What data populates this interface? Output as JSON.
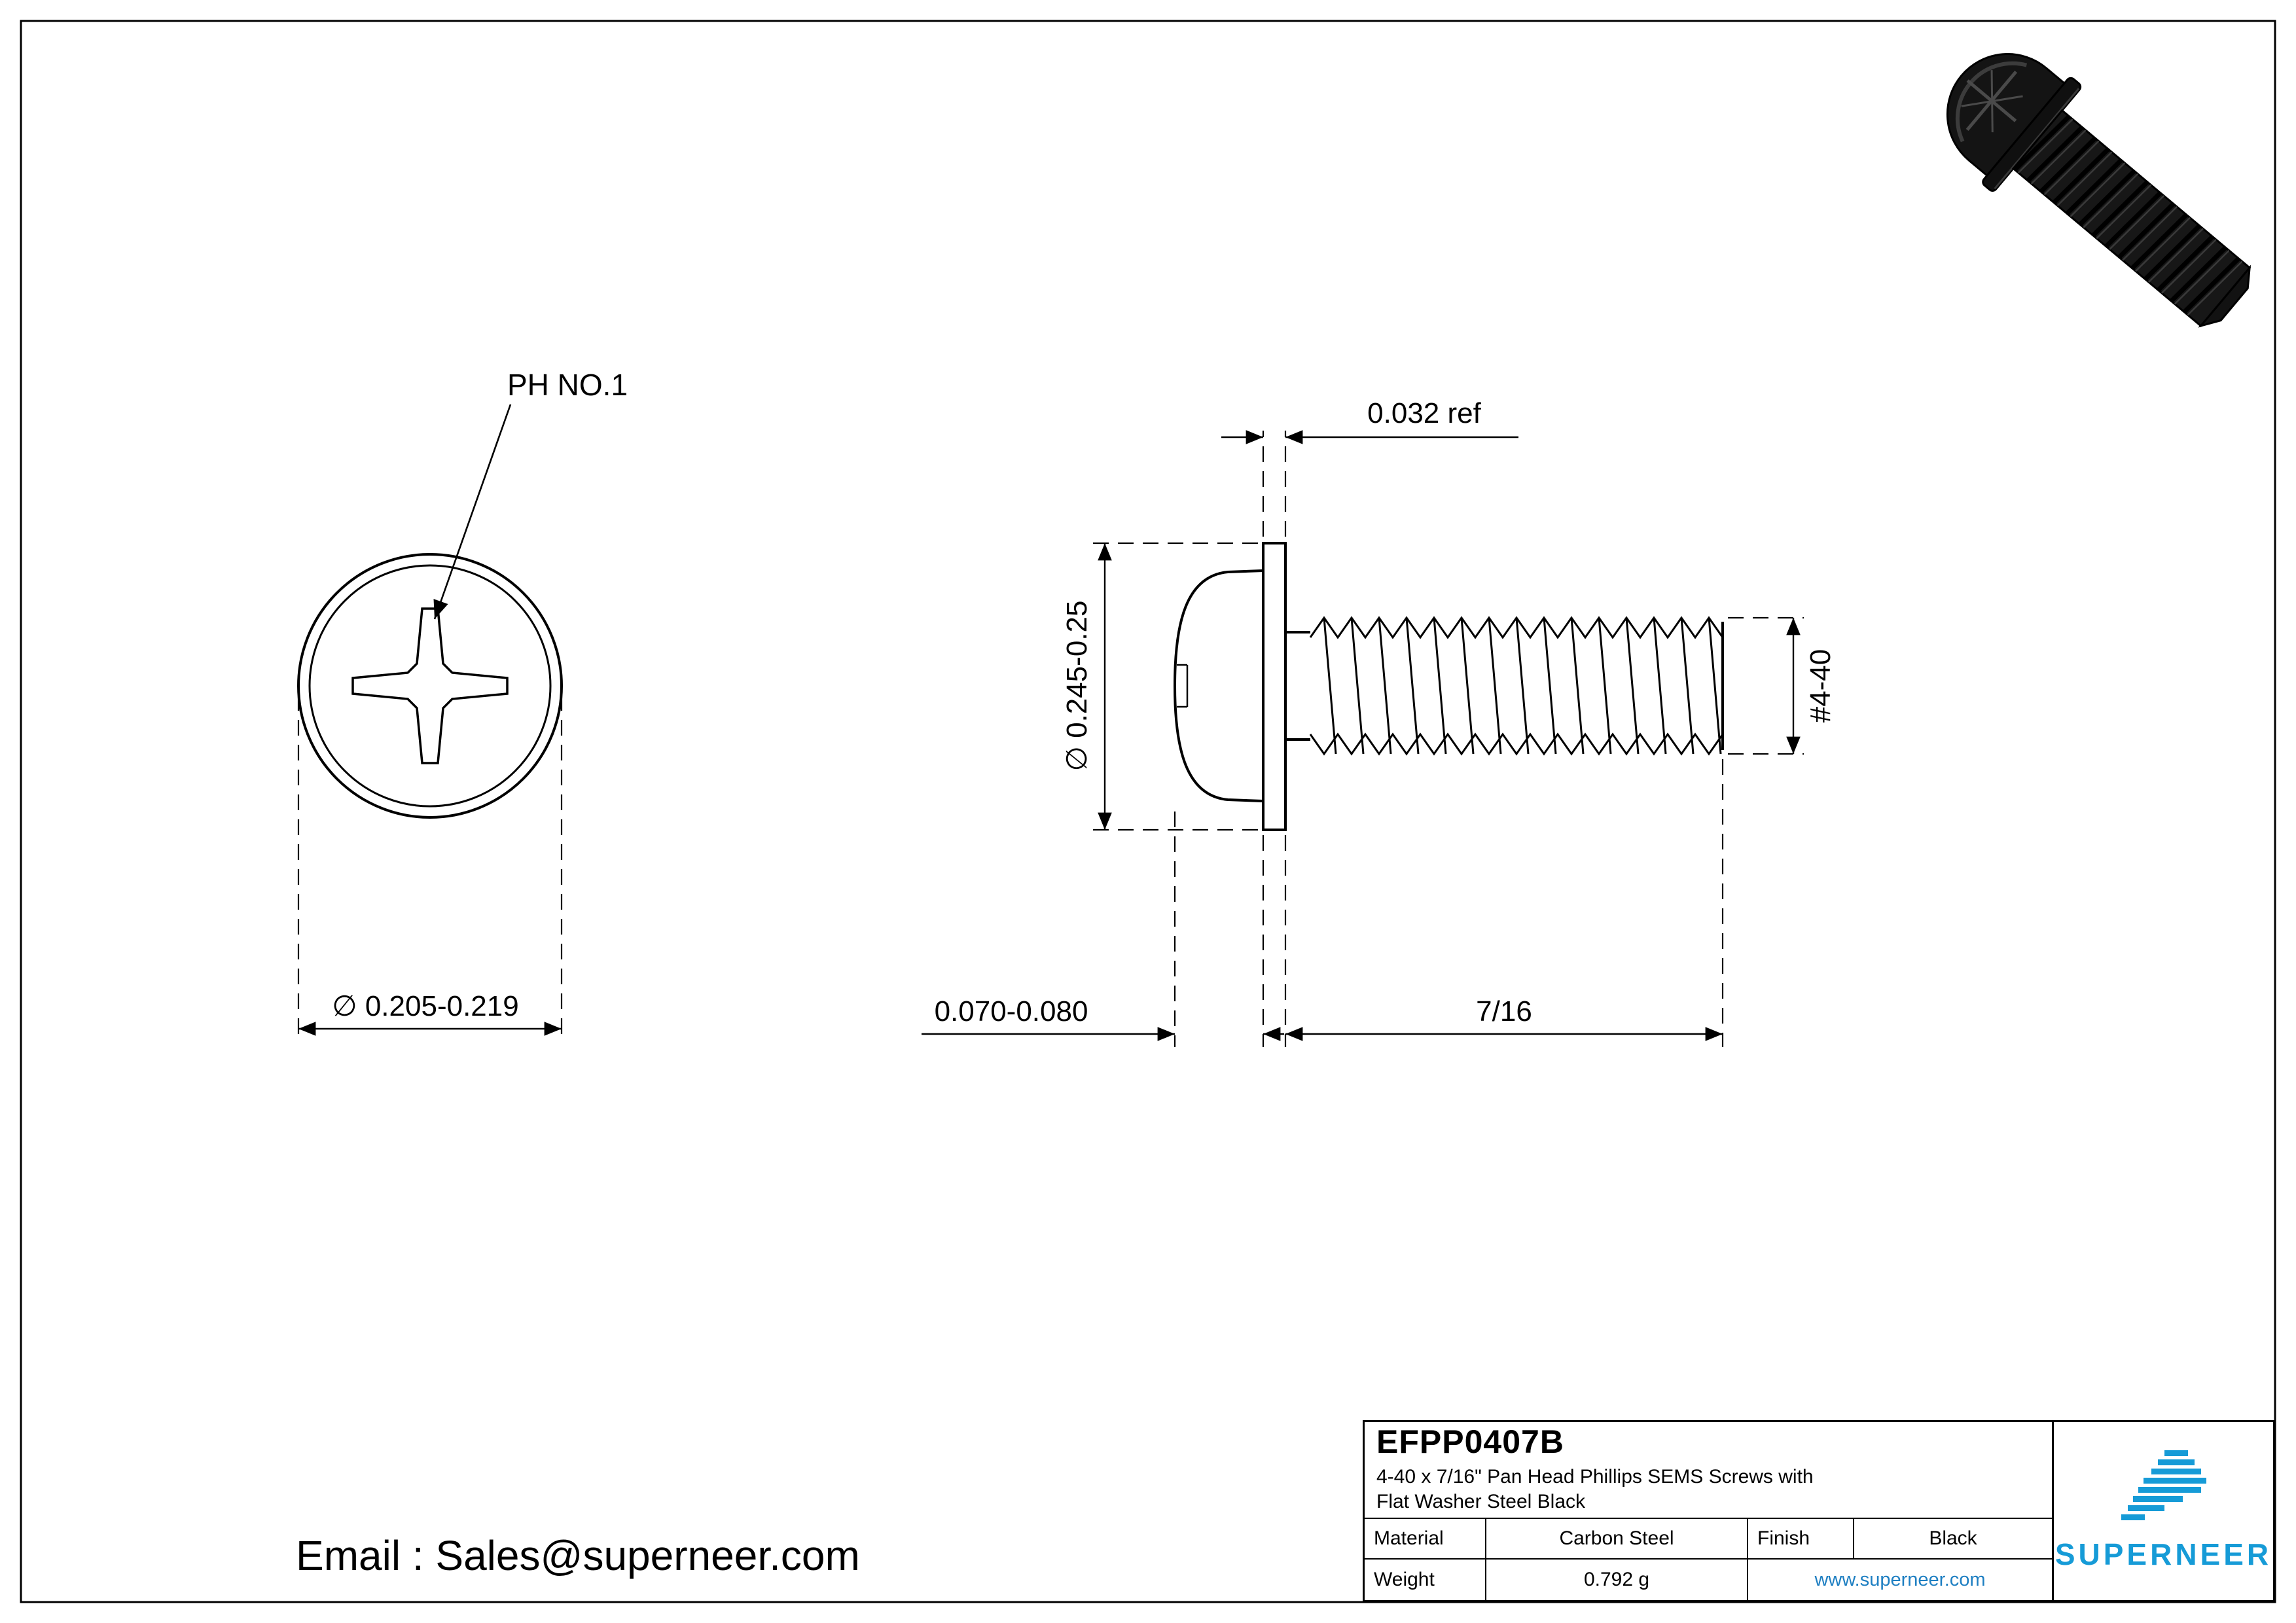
{
  "colors": {
    "ink": "#000000",
    "brand_blue": "#169bd7",
    "link_blue": "#1e7fc2"
  },
  "front_view": {
    "callout_label": "PH NO.1",
    "head_dia_dim": "∅ 0.205-0.219"
  },
  "side_view": {
    "washer_thickness_dim": "0.032 ref",
    "washer_od_dim": "∅ 0.245-0.25",
    "thread_spec_dim": "#4-40",
    "head_height_dim": "0.070-0.080",
    "length_dim": "7/16"
  },
  "footer": {
    "email_text": "Email : Sales@superneer.com"
  },
  "title_block": {
    "part_number": "EFPP0407B",
    "description_line1": "4-40 x 7/16\" Pan Head Phillips SEMS Screws with",
    "description_line2": "Flat Washer Steel Black",
    "material_label": "Material",
    "material_value": "Carbon Steel",
    "finish_label": "Finish",
    "finish_value": "Black",
    "weight_label": "Weight",
    "weight_value": "0.792 g",
    "website": "www.superneer.com",
    "brand_name": "SUPERNEER"
  }
}
